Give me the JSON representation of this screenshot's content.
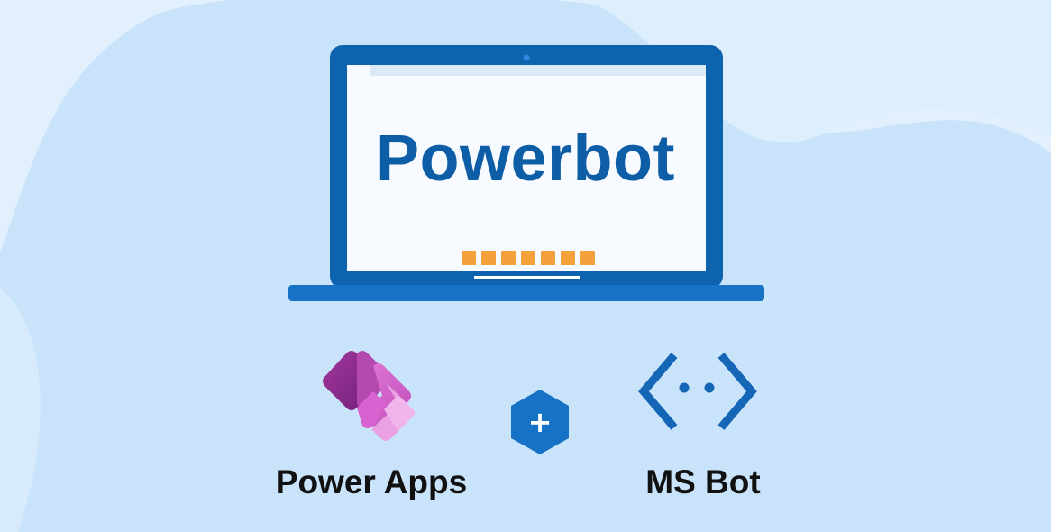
{
  "screen": {
    "title": "Powerbot",
    "loading_segments": 7
  },
  "products": {
    "left_label": "Power Apps",
    "right_label": "MS Bot",
    "combiner_symbol": "+"
  },
  "colors": {
    "background": "#e2f0fd",
    "blob": "#c9e3fb",
    "laptop_body": "#0d63ad",
    "screen": "#f7fafe",
    "accent": "#f4a13b",
    "power_apps_purple": "#8c2e8f",
    "power_apps_pink": "#d86fcf",
    "ms_bot_blue": "#1566b7"
  },
  "icons": {
    "left_logo": "power-apps-logo",
    "combiner": "plus-hexagon-icon",
    "right_logo": "ms-bot-logo"
  }
}
